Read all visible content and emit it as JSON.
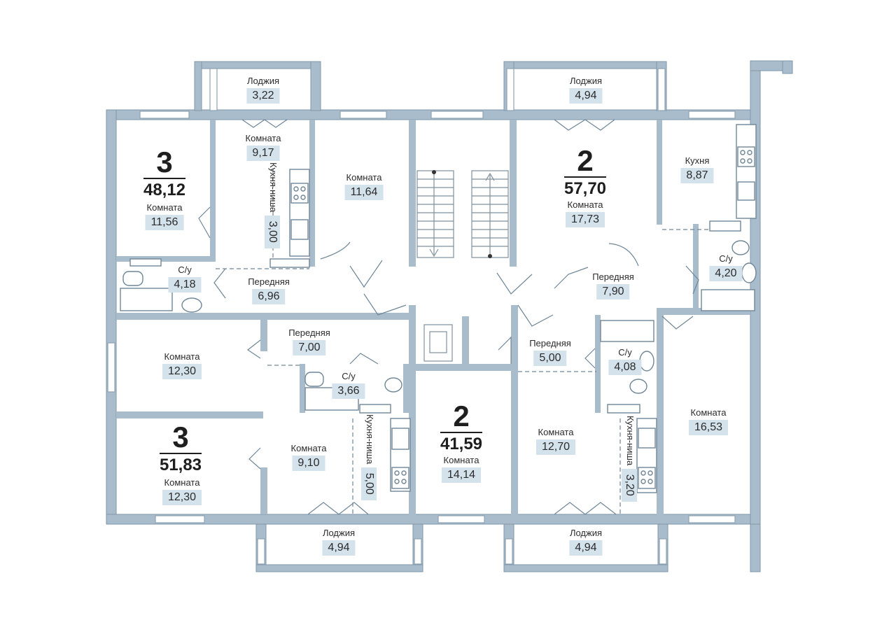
{
  "apartments": [
    {
      "id": "a1",
      "rooms": "3",
      "total": "48,12"
    },
    {
      "id": "a2",
      "rooms": "2",
      "total": "57,70"
    },
    {
      "id": "a3",
      "rooms": "3",
      "total": "51,83"
    },
    {
      "id": "a4",
      "rooms": "2",
      "total": "41,59"
    }
  ],
  "rooms": [
    {
      "id": "r01",
      "name": "Лоджия",
      "area": "3,22"
    },
    {
      "id": "r02",
      "name": "Лоджия",
      "area": "4,94"
    },
    {
      "id": "r03",
      "name": "Комната",
      "area": "9,17"
    },
    {
      "id": "r04",
      "name": "Комната",
      "area": "11,64"
    },
    {
      "id": "r05",
      "name": "Комната",
      "area": "11,56"
    },
    {
      "id": "r06",
      "name": "Комната",
      "area": "17,73"
    },
    {
      "id": "r07",
      "name": "Кухня",
      "area": "8,87"
    },
    {
      "id": "r08",
      "name": "С/у",
      "area": "4,18"
    },
    {
      "id": "r09",
      "name": "Передняя",
      "area": "6,96"
    },
    {
      "id": "r10",
      "name": "Передняя",
      "area": "7,90"
    },
    {
      "id": "r11",
      "name": "С/у",
      "area": "4,20"
    },
    {
      "id": "r12",
      "name": "Передняя",
      "area": "7,00"
    },
    {
      "id": "r13",
      "name": "Передняя",
      "area": "5,00"
    },
    {
      "id": "r14",
      "name": "С/у",
      "area": "3,66"
    },
    {
      "id": "r15",
      "name": "С/у",
      "area": "4,08"
    },
    {
      "id": "r16",
      "name": "Комната",
      "area": "12,30"
    },
    {
      "id": "r17",
      "name": "Комната",
      "area": "16,53"
    },
    {
      "id": "r18",
      "name": "Комната",
      "area": "9,10"
    },
    {
      "id": "r19",
      "name": "Комната",
      "area": "12,70"
    },
    {
      "id": "r20",
      "name": "Комната",
      "area": "14,14"
    },
    {
      "id": "r21",
      "name": "Комната",
      "area": "12,30"
    },
    {
      "id": "r22",
      "name": "Лоджия",
      "area": "4,94"
    },
    {
      "id": "r23",
      "name": "Лоджия",
      "area": "4,94"
    }
  ],
  "niches": [
    {
      "id": "n1",
      "name": "Кухня-ниша",
      "area": "3,00"
    },
    {
      "id": "n2",
      "name": "Кухня-ниша",
      "area": "5,00"
    },
    {
      "id": "n3",
      "name": "Кухня-ниша",
      "area": "3,20"
    }
  ]
}
